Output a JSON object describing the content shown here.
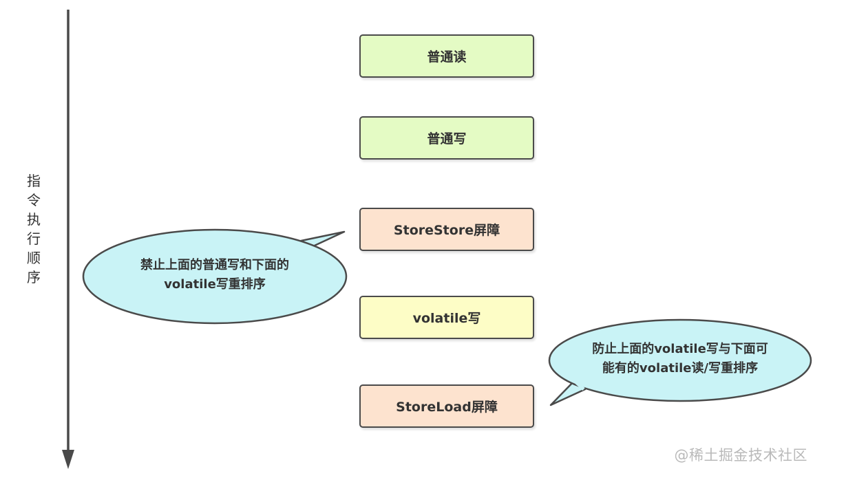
{
  "axis": {
    "label_chars": [
      "指",
      "令",
      "执",
      "行",
      "顺",
      "序"
    ]
  },
  "boxes": [
    {
      "label": "普通读",
      "fill": "#e4fbc4"
    },
    {
      "label": "普通写",
      "fill": "#e4fbc4"
    },
    {
      "label": "StoreStore屏障",
      "fill": "#fde3cf"
    },
    {
      "label": "volatile写",
      "fill": "#fdfdc6"
    },
    {
      "label": "StoreLoad屏障",
      "fill": "#fde3cf"
    }
  ],
  "callouts": [
    {
      "line1": "禁止上面的普通写和下面的",
      "line2": "volatile写重排序",
      "fill": "#c9f3f6"
    },
    {
      "line1": "防止上面的volatile写与下面可",
      "line2": "能有的volatile读/写重排序",
      "fill": "#c9f3f6"
    }
  ],
  "watermark": "@稀土掘金技术社区",
  "colors": {
    "stroke": "#4a4a4a",
    "text": "#333333"
  }
}
